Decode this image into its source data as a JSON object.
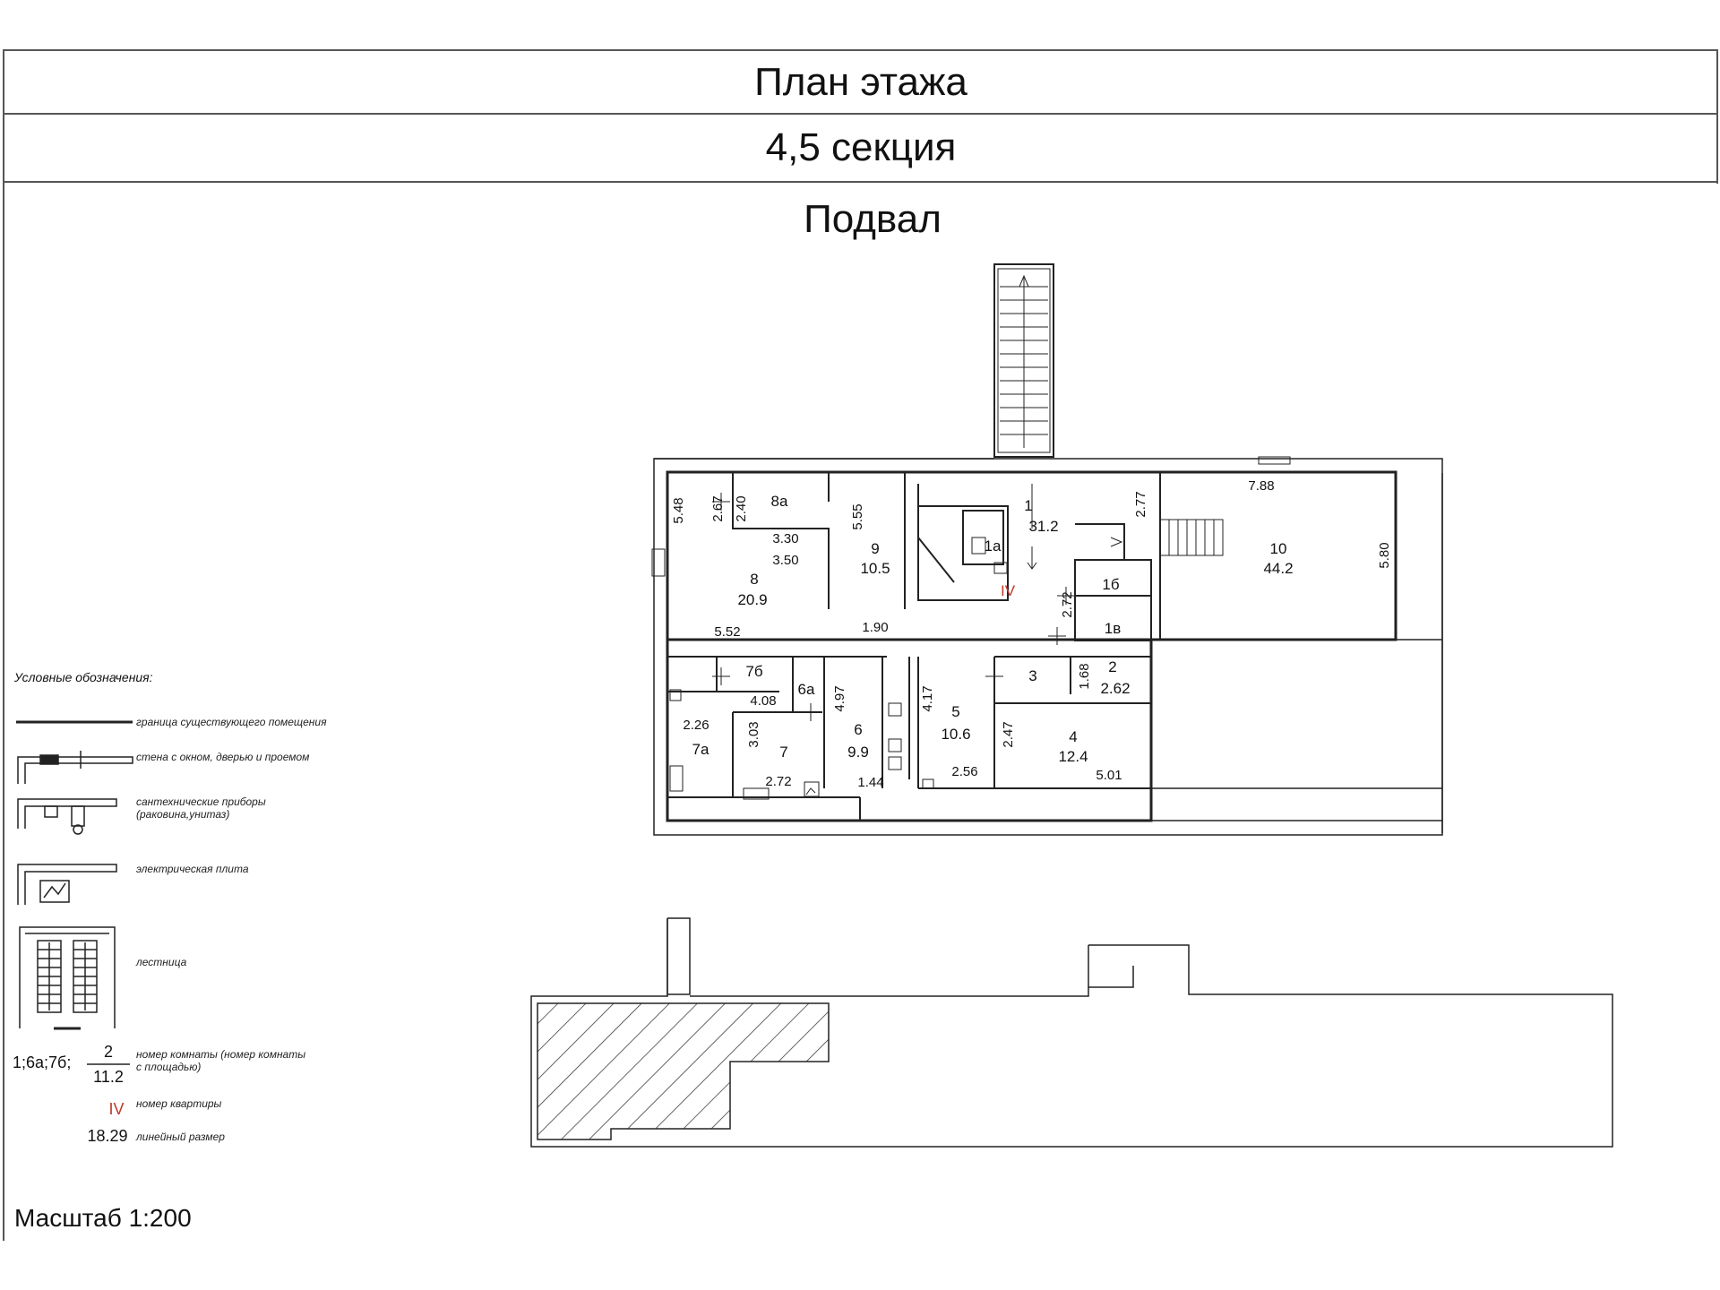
{
  "header": {
    "title": "План этажа",
    "section": "4,5 секция"
  },
  "floor_name": "Подвал",
  "apartment_number": "IV",
  "rooms": [
    {
      "id": "1",
      "area": "31.2"
    },
    {
      "id": "1а",
      "area": ""
    },
    {
      "id": "1б",
      "area": ""
    },
    {
      "id": "1в",
      "area": ""
    },
    {
      "id": "2",
      "area": "2.62"
    },
    {
      "id": "3",
      "area": ""
    },
    {
      "id": "4",
      "area": "12.4"
    },
    {
      "id": "5",
      "area": "10.6"
    },
    {
      "id": "6",
      "area": "9.9"
    },
    {
      "id": "6а",
      "area": ""
    },
    {
      "id": "7",
      "area": ""
    },
    {
      "id": "7а",
      "area": ""
    },
    {
      "id": "7б",
      "area": ""
    },
    {
      "id": "8",
      "area": "20.9"
    },
    {
      "id": "8а",
      "area": ""
    },
    {
      "id": "9",
      "area": "10.5"
    },
    {
      "id": "10",
      "area": "44.2"
    }
  ],
  "dimensions": [
    "7.88",
    "5.80",
    "2.77",
    "2.72",
    "1.90",
    "5.52",
    "5.55",
    "5.48",
    "2.67",
    "2.40",
    "3.30",
    "3.50",
    "4.08",
    "2.26",
    "3.03",
    "2.72",
    "4.97",
    "1.44",
    "4.17",
    "2.56",
    "2.47",
    "5.01",
    "1.68"
  ],
  "legend": {
    "title": "Условные обозначения:",
    "items": [
      {
        "symbol": "line",
        "text": "граница существующего помещения"
      },
      {
        "symbol": "wall",
        "text": "стена с окном, дверью и проемом"
      },
      {
        "symbol": "plumbing",
        "text": "сантехнические приборы (раковина,унитаз)"
      },
      {
        "symbol": "stove",
        "text": "электрическая плита"
      },
      {
        "symbol": "stairs",
        "text": "лестница"
      },
      {
        "symbol": "room",
        "sample_ids": "1;6а;7б;",
        "sample_num": "2",
        "sample_area": "11.2",
        "text": "номер комнаты (номер комнаты с площадью)"
      },
      {
        "symbol": "apt",
        "sample": "IV",
        "text": "номер квартиры"
      },
      {
        "symbol": "dim",
        "sample": "18.29",
        "text": "линейный размер"
      }
    ]
  },
  "scale": "Масштаб 1:200",
  "colors": {
    "apartment": "#c0392b",
    "line": "#222222",
    "hatch": "#333333"
  }
}
